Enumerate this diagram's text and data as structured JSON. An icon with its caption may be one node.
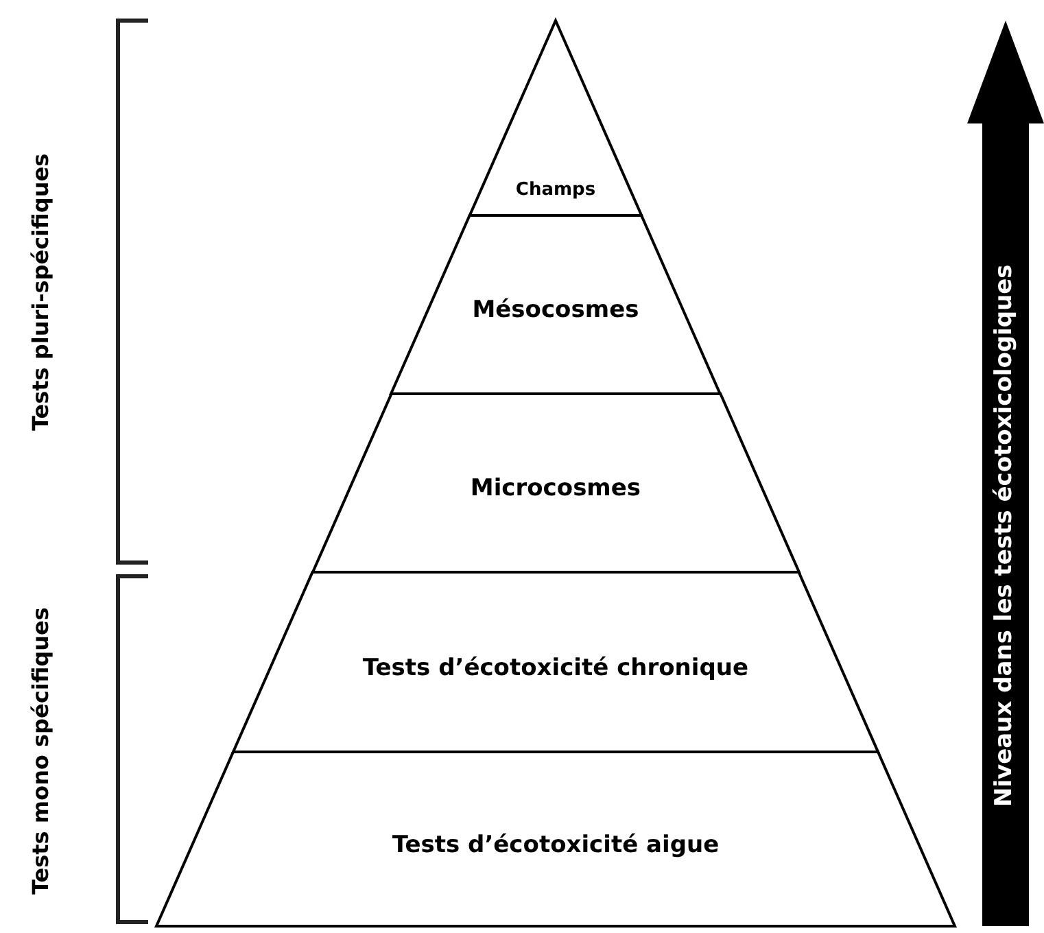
{
  "diagram": {
    "nodes": [
      {
        "text": [
          "Champs"
        ]
      },
      {
        "text": [
          "Mésocosmes"
        ]
      },
      {
        "text": [
          "Microcosmes"
        ]
      },
      {
        "text": [
          "Tests d’écotoxicité chronique"
        ]
      },
      {
        "text": [
          "Tests d’écotoxicité aigue"
        ]
      },
      {
        "text": [
          "Niveaux dans les tests écotoxicologiques"
        ]
      }
    ],
    "edges": [],
    "labels": [
      "Tests pluri-spécifiques",
      "Tests mono spécifiques"
    ]
  }
}
